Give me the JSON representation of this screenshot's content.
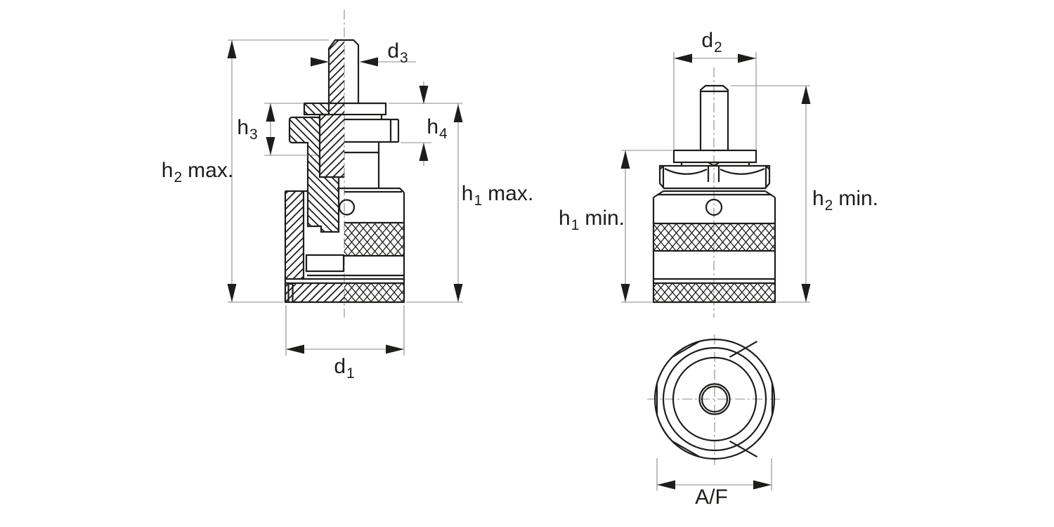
{
  "colors": {
    "background": "#ffffff",
    "line": "#1d1d1b",
    "dim_line": "#8a8a8a"
  },
  "dimensions": {
    "h2_max": {
      "main": "h",
      "sub": "2",
      "suffix": "max."
    },
    "h3": {
      "main": "h",
      "sub": "3",
      "suffix": ""
    },
    "d3": {
      "main": "d",
      "sub": "3",
      "suffix": ""
    },
    "h4": {
      "main": "h",
      "sub": "4",
      "suffix": ""
    },
    "h1_max": {
      "main": "h",
      "sub": "1",
      "suffix": "max."
    },
    "d1": {
      "main": "d",
      "sub": "1",
      "suffix": ""
    },
    "d2": {
      "main": "d",
      "sub": "2",
      "suffix": ""
    },
    "h1_min": {
      "main": "h",
      "sub": "1",
      "suffix": "min."
    },
    "h2_min": {
      "main": "h",
      "sub": "2",
      "suffix": "min."
    },
    "af": {
      "main": "A/F",
      "sub": "",
      "suffix": ""
    }
  }
}
